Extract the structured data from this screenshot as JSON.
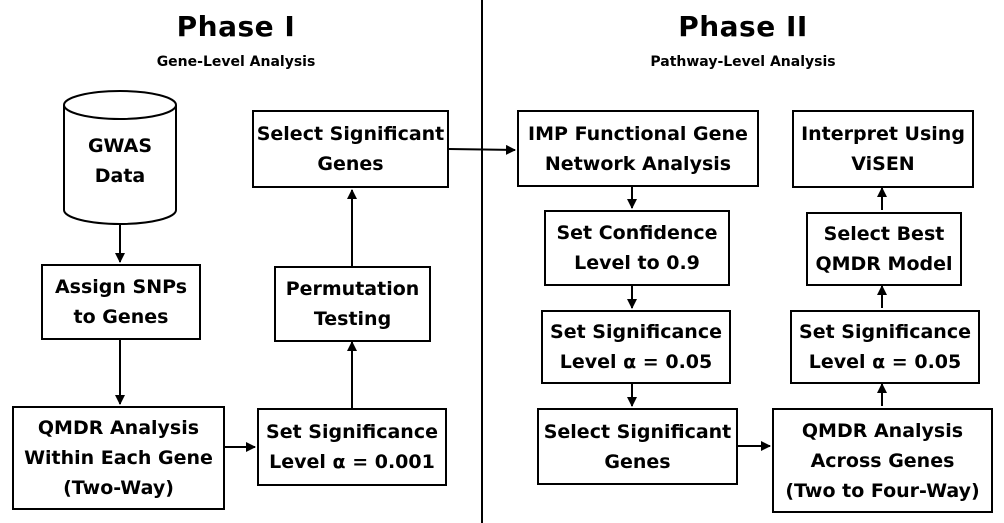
{
  "phase1": {
    "title": "Phase I",
    "subtitle": "Gene-Level Analysis",
    "gwas": [
      "GWAS",
      "Data"
    ],
    "assign": [
      "Assign SNPs",
      "to Genes"
    ],
    "qmdr_within": [
      "QMDR Analysis",
      "Within Each Gene",
      "(Two-Way)"
    ],
    "set_sig": [
      "Set Significance",
      "Level α = 0.001"
    ],
    "permutation": [
      "Permutation",
      "Testing"
    ],
    "select_genes": [
      "Select Significant",
      "Genes"
    ]
  },
  "phase2": {
    "title": "Phase II",
    "subtitle": "Pathway-Level Analysis",
    "imp": [
      "IMP Functional Gene",
      "Network Analysis"
    ],
    "confidence": [
      "Set Confidence",
      "Level to 0.9"
    ],
    "sig_left": [
      "Set Significance",
      "Level α = 0.05"
    ],
    "select_genes": [
      "Select Significant",
      "Genes"
    ],
    "qmdr_across": [
      "QMDR Analysis",
      "Across Genes",
      "(Two to Four-Way)"
    ],
    "sig_right": [
      "Set Significance",
      "Level α = 0.05"
    ],
    "best_model": [
      "Select Best",
      "QMDR Model"
    ],
    "visen": [
      "Interpret Using",
      "ViSEN"
    ]
  }
}
